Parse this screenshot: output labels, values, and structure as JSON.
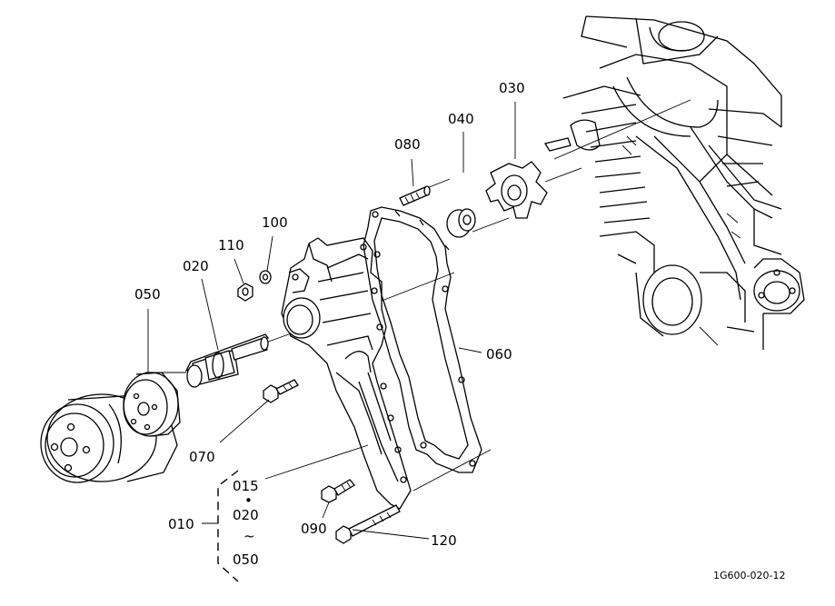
{
  "labels": {
    "p010": "010",
    "p015": "015",
    "p020_sub": "020",
    "p020": "020",
    "p030": "030",
    "p040": "040",
    "p050_sub": "050",
    "p050": "050",
    "p060": "060",
    "p070": "070",
    "p080": "080",
    "p090": "090",
    "p100": "100",
    "p110": "110",
    "p120": "120"
  },
  "symbols": {
    "bullet": "•",
    "tilde": "~"
  },
  "figure_code": "1G600-020-12"
}
